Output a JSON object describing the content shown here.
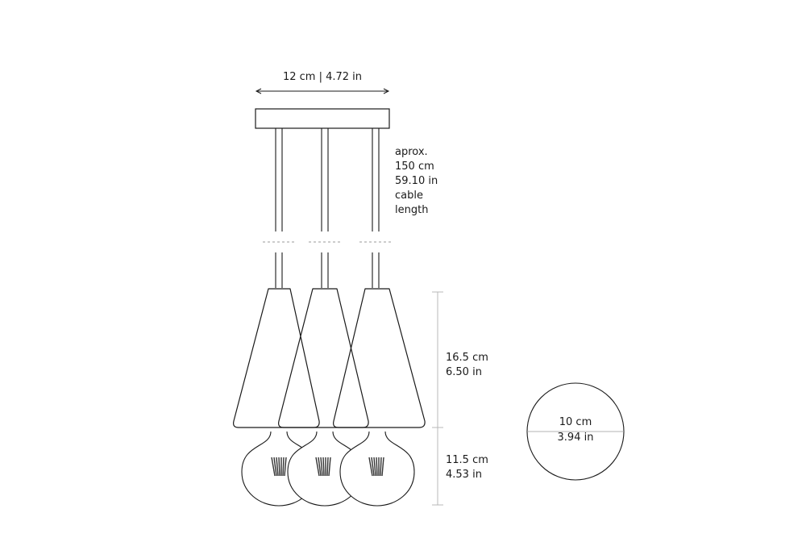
{
  "dimensions": {
    "canopy_width": "12 cm | 4.72 in",
    "cable": [
      "aprox.",
      "150 cm",
      "59.10 in",
      "cable",
      "length"
    ],
    "shade_height": [
      "16.5 cm",
      "6.50 in"
    ],
    "bulb_height": [
      "11.5 cm",
      "4.53 in"
    ],
    "bulb_diameter": [
      "10 cm",
      "3.94 in"
    ]
  },
  "colors": {
    "line": "#1a1a1a",
    "dim_line": "#b8b8b8",
    "bulb_line": "#333333"
  }
}
